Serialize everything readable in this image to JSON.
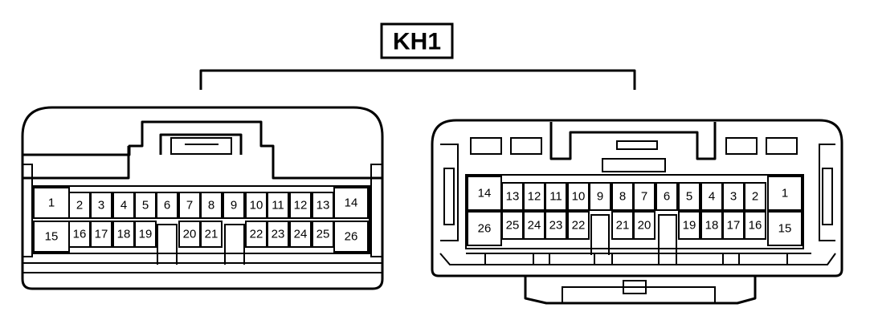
{
  "title": "KH1",
  "left_connector": {
    "pins": [
      {
        "label": "1"
      },
      {
        "label": "2"
      },
      {
        "label": "3"
      },
      {
        "label": "4"
      },
      {
        "label": "5"
      },
      {
        "label": "6"
      },
      {
        "label": "7"
      },
      {
        "label": "8"
      },
      {
        "label": "9"
      },
      {
        "label": "10"
      },
      {
        "label": "11"
      },
      {
        "label": "12"
      },
      {
        "label": "13"
      },
      {
        "label": "14"
      },
      {
        "label": "15"
      },
      {
        "label": "16"
      },
      {
        "label": "17"
      },
      {
        "label": "18"
      },
      {
        "label": "19"
      },
      {
        "label": "20"
      },
      {
        "label": "21"
      },
      {
        "label": "22"
      },
      {
        "label": "23"
      },
      {
        "label": "24"
      },
      {
        "label": "25"
      },
      {
        "label": "26"
      }
    ]
  },
  "right_connector": {
    "pins": [
      {
        "label": "14"
      },
      {
        "label": "13"
      },
      {
        "label": "12"
      },
      {
        "label": "11"
      },
      {
        "label": "10"
      },
      {
        "label": "9"
      },
      {
        "label": "8"
      },
      {
        "label": "7"
      },
      {
        "label": "6"
      },
      {
        "label": "5"
      },
      {
        "label": "4"
      },
      {
        "label": "3"
      },
      {
        "label": "2"
      },
      {
        "label": "1"
      },
      {
        "label": "26"
      },
      {
        "label": "25"
      },
      {
        "label": "24"
      },
      {
        "label": "23"
      },
      {
        "label": "22"
      },
      {
        "label": "21"
      },
      {
        "label": "20"
      },
      {
        "label": "19"
      },
      {
        "label": "18"
      },
      {
        "label": "17"
      },
      {
        "label": "16"
      },
      {
        "label": "15"
      }
    ]
  }
}
